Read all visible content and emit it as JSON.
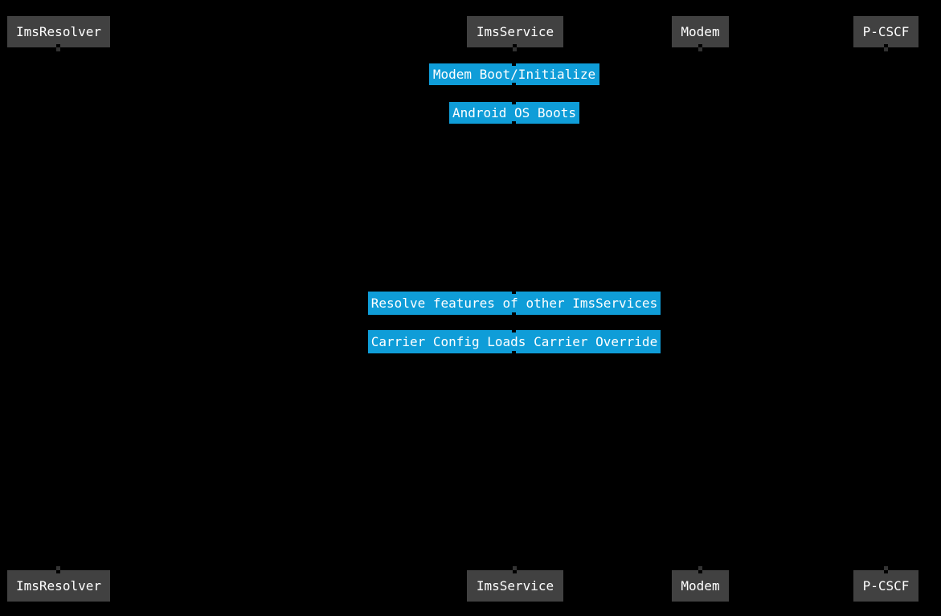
{
  "diagram_type": "sequence-diagram",
  "colors": {
    "background": "#000000",
    "participant_fill": "#414141",
    "participant_text": "#ffffff",
    "note_fill": "#0f9dd8",
    "note_text": "#ffffff",
    "lifeline_stub": "#333333"
  },
  "participants": [
    {
      "label": "ImsResolver"
    },
    {
      "label": "ImsService"
    },
    {
      "label": "Modem"
    },
    {
      "label": "P-CSCF"
    }
  ],
  "notes": [
    {
      "label": "Modem Boot/Initialize"
    },
    {
      "label": "Android OS Boots"
    },
    {
      "label": "Resolve features of other ImsServices"
    },
    {
      "label": "Carrier Config Loads Carrier Override"
    }
  ]
}
